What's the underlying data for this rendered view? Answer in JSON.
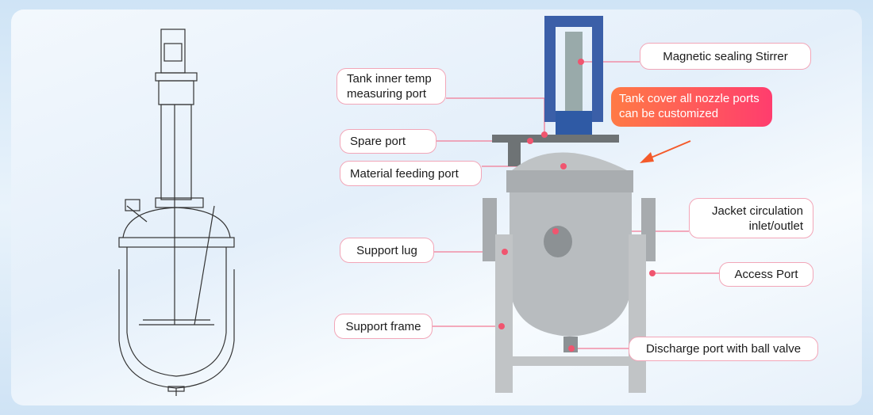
{
  "labels": {
    "magnetic_stirrer": "Magnetic sealing Stirrer",
    "inner_temp_port": "Tank inner temp measuring port",
    "spare_port": "Spare port",
    "material_feeding_port": "Material feeding port",
    "jacket_circulation": "Jacket circulation inlet/outlet",
    "support_lug": "Support lug",
    "access_port": "Access Port",
    "support_frame": "Support frame",
    "discharge_port": "Discharge port with ball valve"
  },
  "callout": "Tank cover all nozzle ports can be customized",
  "colors": {
    "leader_line": "#f27a95",
    "dot": "#f0556f",
    "callout_start": "#ff7a45",
    "callout_end": "#ff3d6e",
    "frame": "#b9bcbd",
    "stirrer": "#3b5fa8"
  }
}
